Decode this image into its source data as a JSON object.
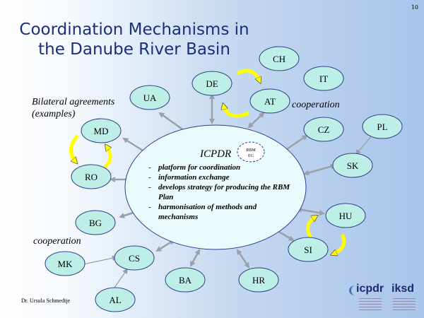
{
  "page_number": "10",
  "title_line1": "Coordination Mechanisms in",
  "title_line2": "the Danube River Basin",
  "bilateral_line1": "Bilateral agreements",
  "bilateral_line2": "(examples)",
  "cooperation_right": "cooperation",
  "cooperation_left": "cooperation",
  "center": {
    "title": "ICPDR",
    "badge_line1": "RBM",
    "badge_line2": "EG",
    "items": [
      "platform for coordination",
      "information exchange",
      "develops strategy for producing the RBM Plan",
      "harmonisation of methods and mechanisms"
    ]
  },
  "nodes": {
    "ch": "CH",
    "it": "IT",
    "de": "DE",
    "at": "AT",
    "ua": "UA",
    "md": "MD",
    "cz": "CZ",
    "pl": "PL",
    "sk": "SK",
    "ro": "RO",
    "hu": "HU",
    "bg": "BG",
    "si": "SI",
    "cs": "CS",
    "mk": "MK",
    "ba": "BA",
    "hr": "HR",
    "al": "AL"
  },
  "author": "Dr. Ursula Schmedtje",
  "logos": {
    "left": "icpdr",
    "right": "iksd"
  },
  "colors": {
    "node_fill": "#bdefe6",
    "center_fill": "#e9fbfc",
    "arrow": "#9aa0a8",
    "cycle_arrow": "#ffff00",
    "title": "#1a2f7a"
  }
}
